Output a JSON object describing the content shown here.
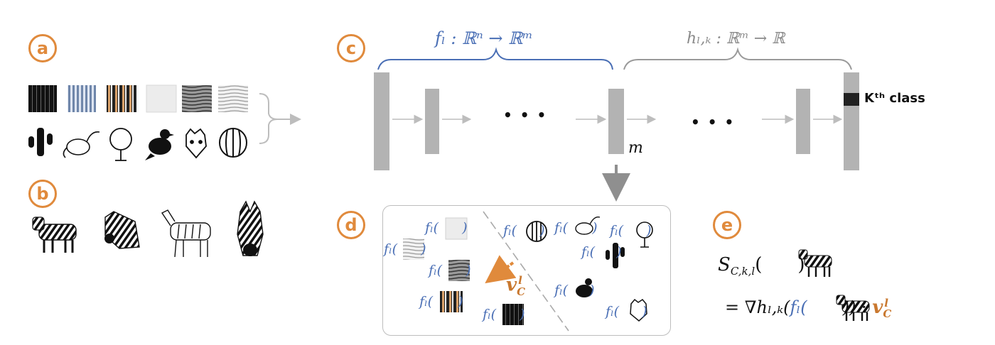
{
  "badges": {
    "a": "a",
    "b": "b",
    "c": "c",
    "d": "d",
    "e": "e"
  },
  "network": {
    "f_label": "fₗ : ℝⁿ → ℝᵐ",
    "h_label": "hₗ,ₖ : ℝᵐ → ℝ",
    "m_label": "m",
    "kth_class": "Kᵗʰ class",
    "ellipsis": "• • •"
  },
  "concept_panel": {
    "f_prefix": "fₗ(",
    "f_suffix": ")",
    "cav_label": "v",
    "cav_sub": "C",
    "cav_sup": "l"
  },
  "score": {
    "line1_prefix": "S",
    "line1_sub": "C,k,l",
    "line2_prefix": "= ∇hₗ,ₖ(",
    "line2_inner": "fₗ(",
    "line2_suffix": ")) · ",
    "cav_label": "v",
    "cav_sub": "C",
    "cav_sup": "l"
  },
  "icons": {
    "concept_row_textures": [
      "black-stripes-texture",
      "blue-stripes-texture",
      "orange-stripes-texture",
      "white-fabric-texture",
      "gray-wave-texture",
      "white-wave-texture"
    ],
    "random_row": [
      "cactus-icon",
      "dinosaur-icon",
      "tree-icon",
      "bird-icon",
      "tiger-icon",
      "watermelon-icon"
    ],
    "zebras": [
      "zebra-side-icon",
      "zebra-head-icon",
      "zebra-outline-icon",
      "zebra-face-icon"
    ]
  },
  "colors": {
    "accent_orange": "#e08a3c",
    "math_blue": "#4a6fb5",
    "math_gray": "#8a8a8a",
    "layer_gray": "#b3b3b3"
  }
}
